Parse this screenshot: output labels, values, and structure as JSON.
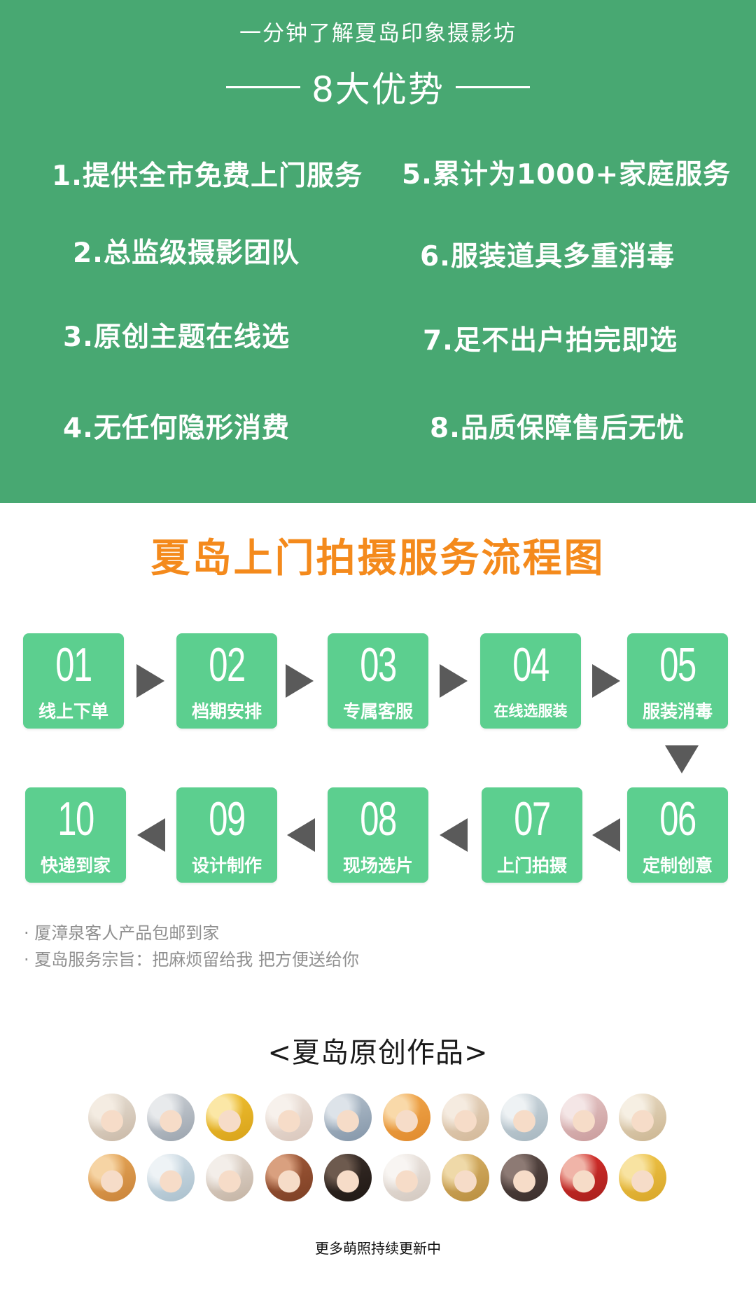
{
  "advantages": {
    "intro": "一分钟了解夏岛印象摄影坊",
    "heading": "8大优势",
    "items": [
      "1.提供全市免费上门服务",
      "2.总监级摄影团队",
      "3.原创主题在线选",
      "4.无任何隐形消费",
      "5.累计为1000+家庭服务",
      "6.服装道具多重消毒",
      "7.足不出户拍完即选",
      "8.品质保障售后无忧"
    ]
  },
  "flow": {
    "title": "夏岛上门拍摄服务流程图",
    "steps": [
      {
        "num": "01",
        "label": "线上下单"
      },
      {
        "num": "02",
        "label": "档期安排"
      },
      {
        "num": "03",
        "label": "专属客服"
      },
      {
        "num": "04",
        "label": "在线选服装"
      },
      {
        "num": "05",
        "label": "服装消毒"
      },
      {
        "num": "06",
        "label": "定制创意"
      },
      {
        "num": "07",
        "label": "上门拍摄"
      },
      {
        "num": "08",
        "label": "现场选片"
      },
      {
        "num": "09",
        "label": "设计制作"
      },
      {
        "num": "10",
        "label": "快递到家"
      }
    ],
    "notes": [
      "· 厦漳泉客人产品包邮到家",
      "· 夏岛服务宗旨：把麻烦留给我 把方便送给你"
    ]
  },
  "works": {
    "title": "<夏岛原创作品>",
    "thumb_icon": "baby-photo-thumbnail",
    "more": "更多萌照持续更新中"
  },
  "colors": {
    "panel_green": "#48a872",
    "step_green": "#5ccf8f",
    "title_orange": "#f48a1c",
    "arrow_gray": "#5a5a5a"
  }
}
